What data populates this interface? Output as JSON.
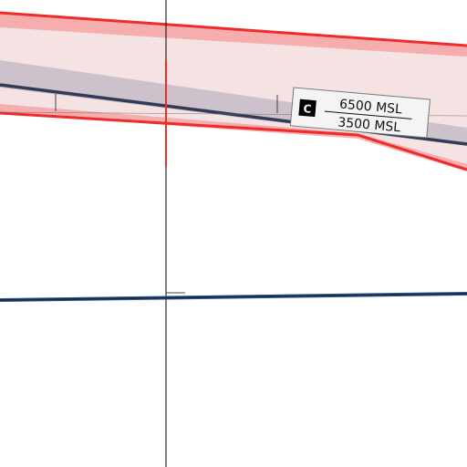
{
  "airspace": {
    "class_letter": "C",
    "ceiling": "6500 MSL",
    "floor": "3500 MSL",
    "colors": {
      "boundary": "#ef2b2b",
      "fill_outer": "#f5e2e2",
      "fill_band": "#f5a3a3",
      "fill_inner": "#c9bec9",
      "route_line": "#323a55",
      "route_line_blue": "#2a5d8f",
      "badge_bg": "#000000"
    }
  }
}
